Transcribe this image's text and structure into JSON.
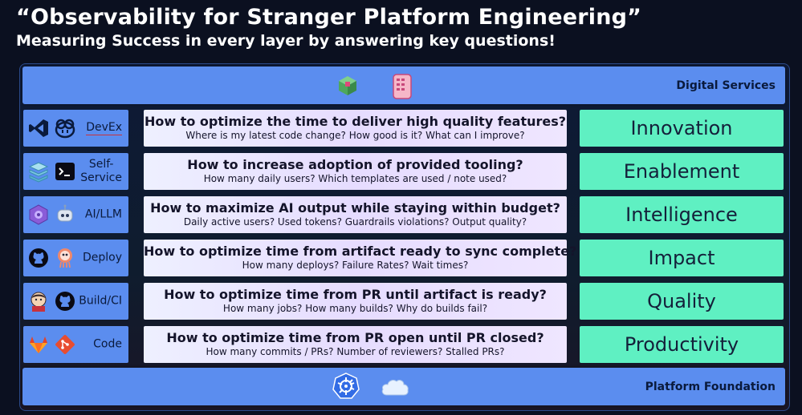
{
  "header": {
    "title": "“Observability for Stranger Platform Engineering”",
    "subtitle": "Measuring Success in every layer by answering key questions!"
  },
  "top_band": {
    "label": "Digital Services",
    "icons": [
      "cube-stack-icon",
      "mobile-phone-icon"
    ]
  },
  "bottom_band": {
    "label": "Platform Foundation",
    "icons": [
      "kubernetes-icon",
      "cloud-icon"
    ]
  },
  "layers": [
    {
      "label": "DevEx",
      "icons": [
        "vscode-icon",
        "copilot-icon"
      ],
      "question": "How to optimize the time to deliver high quality features?",
      "sub_question": "Where is my latest code change? How good is it? What can I improve?",
      "outcome": "Innovation"
    },
    {
      "label": "Self-\nService",
      "icons": [
        "layers-stack-icon",
        "terminal-icon"
      ],
      "question": "How to increase adoption of provided tooling?",
      "sub_question": "How many daily users? Which templates are used / note used?",
      "outcome": "Enablement"
    },
    {
      "label": "AI/LLM",
      "icons": [
        "ai-studio-icon",
        "robot-icon"
      ],
      "question": "How to maximize AI output while staying within budget?",
      "sub_question": "Daily active users? Used tokens? Guardrails violations? Output quality?",
      "outcome": "Intelligence"
    },
    {
      "label": "Deploy",
      "icons": [
        "github-icon",
        "argo-icon"
      ],
      "question": "How to optimize time from artifact ready to sync complete?",
      "sub_question": "How many deploys? Failure Rates? Wait times?",
      "outcome": "Impact"
    },
    {
      "label": "Build/CI",
      "icons": [
        "jenkins-icon",
        "github-icon"
      ],
      "question": "How to optimize time from PR until artifact is ready?",
      "sub_question": "How many jobs? How many builds? Why do builds fail?",
      "outcome": "Quality"
    },
    {
      "label": "Code",
      "icons": [
        "gitlab-icon",
        "git-icon"
      ],
      "question": "How to optimize time from PR open until PR closed?",
      "sub_question": "How many commits / PRs? Number of reviewers? Stalled PRs?",
      "outcome": "Productivity"
    }
  ],
  "colors": {
    "band_blue": "#5b8def",
    "outcome_green": "#5ff0c2",
    "question_lavender": "#e6dcff",
    "background": "#0b1020"
  }
}
